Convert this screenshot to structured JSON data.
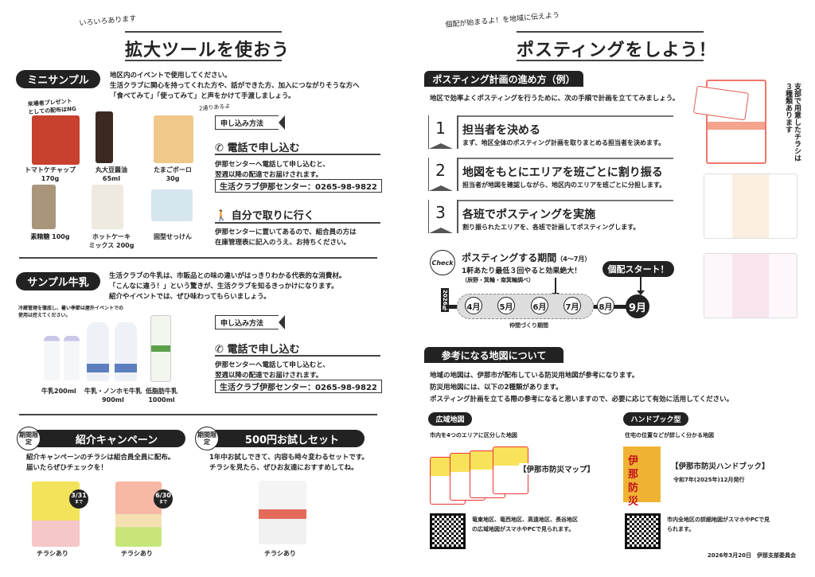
{
  "left": {
    "kicker": "いろいろあります",
    "title": "拡大ツールを使おう",
    "mini": {
      "label": "ミニサンプル",
      "desc": [
        "地区内のイベントで使用してください。",
        "生活クラブに関心を持ってくれた方や、話ができた方、加入につながりそうな方へ",
        "「食べてみて」「使ってみて」と声をかけて手渡しましょう。"
      ],
      "note": [
        "来場者プレゼント",
        "としての配布はNG"
      ],
      "products": [
        {
          "name": "トマトケチャップ",
          "size": "170g",
          "color": "#c8402e"
        },
        {
          "name": "丸大豆醤油",
          "size": "65ml",
          "color": "#3a2a22"
        },
        {
          "name": "たまごボーロ",
          "size": "30g",
          "color": "#f0c88a"
        },
        {
          "name": "素精糖 100g",
          "size": "",
          "color": "#a8957a"
        },
        {
          "name": "ホットケーキ",
          "size": "ミックス 200g",
          "color": "#eeeae0"
        },
        {
          "name": "固型せっけん",
          "size": "",
          "color": "#d6e6ef"
        }
      ]
    },
    "apply_hint": "2通りあるよ",
    "apply_label": "申し込み方法",
    "phone_title": "電話で申し込む",
    "phone_desc": [
      "伊那センターへ電話して申し込むと、",
      "翌週以降の配達でお届けされます。"
    ],
    "phone_number": "生活クラブ伊那センター：0265-98-9822",
    "self_title": "自分で取りに行く",
    "self_desc": [
      "伊那センターに置いてあるので、組合員の方は",
      "在庫管理表に記入のうえ、お持ちください。"
    ],
    "milk": {
      "label": "サンプル牛乳",
      "desc": [
        "生活クラブの牛乳は、市販品との味の違いがはっきりわかる代表的な消費材。",
        "「こんなに違う！」という驚きが、生活クラブを知るきっかけになります。",
        "紹介やイベントでは、ぜひ味わってもらいましょう。"
      ],
      "note": [
        "冷蔵管理を徹底し、暑い季節は屋外イベントでの",
        "使用は控えてください。"
      ],
      "products": [
        {
          "name": "牛乳200ml",
          "size": ""
        },
        {
          "name": "牛乳・ノンホモ牛乳",
          "size": "900ml"
        },
        {
          "name": "低脂肪牛乳",
          "size": "1000ml"
        }
      ]
    },
    "limited": "期間限定",
    "campaign": {
      "label": "紹介キャンペーン",
      "desc": [
        "紹介キャンペーンのチラシは組合員全員に配布。",
        "届いたらぜひチェックを！"
      ],
      "flyers": [
        {
          "deadline": "3/31",
          "until": "まで",
          "caption": "チラシあり"
        },
        {
          "deadline": "6/30",
          "until": "まで",
          "caption": "チラシあり"
        }
      ]
    },
    "trial": {
      "label": "500円お試しセット",
      "desc": [
        "1年中お試しできて、内容も時々変わるセットです。",
        "チラシを見たら、ぜひお友達におすすめしてね。"
      ],
      "caption": "チラシあり"
    }
  },
  "right": {
    "kicker": "個配が始まるよ！を地域に伝えよう",
    "title": "ポスティングをしよう！",
    "plan_label": "ポスティング計画の進め方（例）",
    "plan_intro": "地区で効率よくポスティングを行うために、次の手順で計画を立ててみましょう。",
    "steps": [
      {
        "n": "1",
        "title": "担当者を決める",
        "desc": "まず、地区全体のポスティング計画を取りまとめる担当者を決めます。"
      },
      {
        "n": "2",
        "title": "地図をもとにエリアを班ごとに割り振る",
        "desc": "担当者が地図を確認しながら、地区内のエリアを班ごとに分担します。"
      },
      {
        "n": "3",
        "title": "各班でポスティングを実施",
        "desc": "割り振られたエリアを、各班で計画してポスティングします。"
      }
    ],
    "flyer_note": "支部で用意したチラシは３種類あります",
    "check": "Check",
    "period_title": "ポスティングする期間",
    "period_range": "（4〜7月）",
    "period_tip": "1軒あたり最低３回やると効果絶大！",
    "period_source": "（辰野・箕輪・南箕輪調べ）",
    "start_label": "個配スタート！",
    "year": "2026年",
    "months": [
      "4月",
      "5月",
      "6月",
      "7月",
      "8月",
      "9月"
    ],
    "friend_period": "仲間づくり期間",
    "maps_label": "参考になる地図について",
    "maps_desc": [
      "地域の地図は、伊那市が配布している防災用地図が参考になります。",
      "防災用地図には、以下の2種類があります。",
      "ポスティング計画を立てる際の参考になると思いますので、必要に応じて有効に活用してください。"
    ],
    "wide": {
      "label": "広域地図",
      "sub": "市内を4つのエリアに区分した地図",
      "name": "【伊那市防災マップ】",
      "qr_text": [
        "竜東地区、竜西地区、高遠地区、長谷地区",
        "の広域地図がスマホやPCで見られます。"
      ]
    },
    "handbook": {
      "label": "ハンドブック型",
      "sub": "住宅の位置などが詳しく分かる地図",
      "name": "【伊那市防災ハンドブック】",
      "issued": "令和7年(2025年)12月発行",
      "cover": "伊那防災",
      "qr_text": [
        "市内全地区の詳細地図がスマホやPCで見",
        "られます。"
      ]
    },
    "footer": "2026年3月20日　伊那支部委員会"
  }
}
